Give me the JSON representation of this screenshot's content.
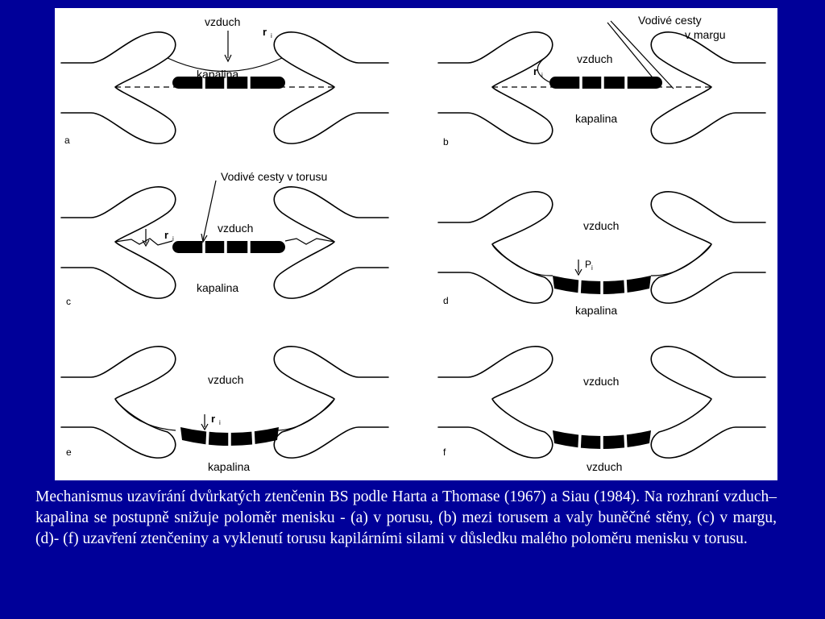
{
  "panels": {
    "a": {
      "letter": "a",
      "air": "vzduch",
      "liquid": "kapalina",
      "radius": "r",
      "radius_sub": "i"
    },
    "b": {
      "letter": "b",
      "air": "vzduch",
      "liquid": "kapalina",
      "radius": "r",
      "radius_sub": "i",
      "callout_line1": "Vodivé cesty",
      "callout_line2": "v margu"
    },
    "c": {
      "letter": "c",
      "air": "vzduch",
      "liquid": "kapalina",
      "radius": "r",
      "radius_sub": "i",
      "callout": "Vodivé cesty v torusu"
    },
    "d": {
      "letter": "d",
      "air": "vzduch",
      "liquid": "kapalina",
      "radius": "P",
      "radius_sub": "i"
    },
    "e": {
      "letter": "e",
      "air": "vzduch",
      "liquid": "kapalina",
      "radius": "r",
      "radius_sub": "i"
    },
    "f": {
      "letter": "f",
      "air_top": "vzduch",
      "air_bottom": "vzduch"
    }
  },
  "caption": "Mechanismus uzavírání dvůrkatých ztenčenin BS podle Harta a Thomase (1967) a Siau (1984). Na rozhraní vzduch–kapalina se postupně snižuje poloměr menisku - (a) v porusu, (b) mezi torusem a valy buněčné stěny, (c) v margu, (d)- (f) uzavření ztenčeniny a vyklenutí torusu kapilárními silami v důsledku malého poloměru menisku v torusu."
}
